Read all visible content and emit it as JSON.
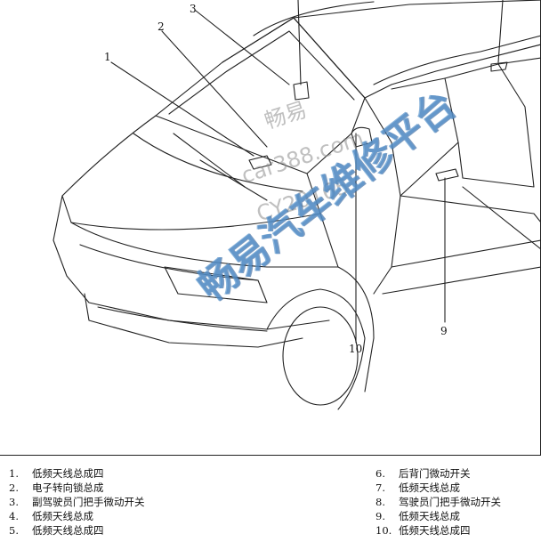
{
  "callouts": [
    "1",
    "2",
    "3",
    "9",
    "10"
  ],
  "watermarks": {
    "site_name": "畅易",
    "site_url": "car388.com",
    "site_id": "CY20165",
    "platform": "畅易汽车维修平台"
  },
  "legend": {
    "left": [
      {
        "num": "1.",
        "text": "低频天线总成四"
      },
      {
        "num": "2.",
        "text": "电子转向锁总成"
      },
      {
        "num": "3.",
        "text": "副驾驶员门把手微动开关"
      },
      {
        "num": "4.",
        "text": "低频天线总成"
      },
      {
        "num": "5.",
        "text": "低频天线总成四"
      }
    ],
    "right": [
      {
        "num": "6.",
        "text": "后背门微动开关"
      },
      {
        "num": "7.",
        "text": "低频天线总成"
      },
      {
        "num": "8.",
        "text": "驾驶员门把手微动开关"
      },
      {
        "num": "9.",
        "text": "低频天线总成"
      },
      {
        "num": "10.",
        "text": "低频天线总成四"
      }
    ]
  },
  "colors": {
    "line": "#222222",
    "watermark_blue": "#5a96cd",
    "watermark_gray": "#8c8c8c"
  }
}
